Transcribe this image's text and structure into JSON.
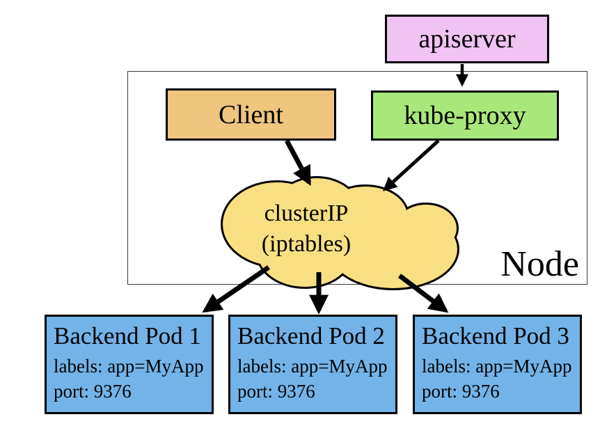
{
  "diagram": {
    "apiserver": {
      "label": "apiserver",
      "fill": "#F0C3F2"
    },
    "client": {
      "label": "Client",
      "fill": "#F0C57E"
    },
    "kube_proxy": {
      "label": "kube-proxy",
      "fill": "#A8E87A"
    },
    "cluster_ip": {
      "line1": "clusterIP",
      "line2": "(iptables)",
      "fill": "#F8DF82"
    },
    "node": {
      "label": "Node"
    },
    "pods": [
      {
        "title": "Backend Pod 1",
        "labels": "labels: app=MyApp",
        "port": "port: 9376"
      },
      {
        "title": "Backend Pod 2",
        "labels": "labels: app=MyApp",
        "port": "port: 9376"
      },
      {
        "title": "Backend Pod 3",
        "labels": "labels: app=MyApp",
        "port": "port: 9376"
      }
    ],
    "pod_fill": "#73B3E8",
    "edges": [
      {
        "from": "apiserver",
        "to": "kube-proxy"
      },
      {
        "from": "Client",
        "to": "clusterIP (iptables)"
      },
      {
        "from": "kube-proxy",
        "to": "clusterIP (iptables)"
      },
      {
        "from": "clusterIP (iptables)",
        "to": "Backend Pod 1"
      },
      {
        "from": "clusterIP (iptables)",
        "to": "Backend Pod 2"
      },
      {
        "from": "clusterIP (iptables)",
        "to": "Backend Pod 3"
      }
    ]
  }
}
